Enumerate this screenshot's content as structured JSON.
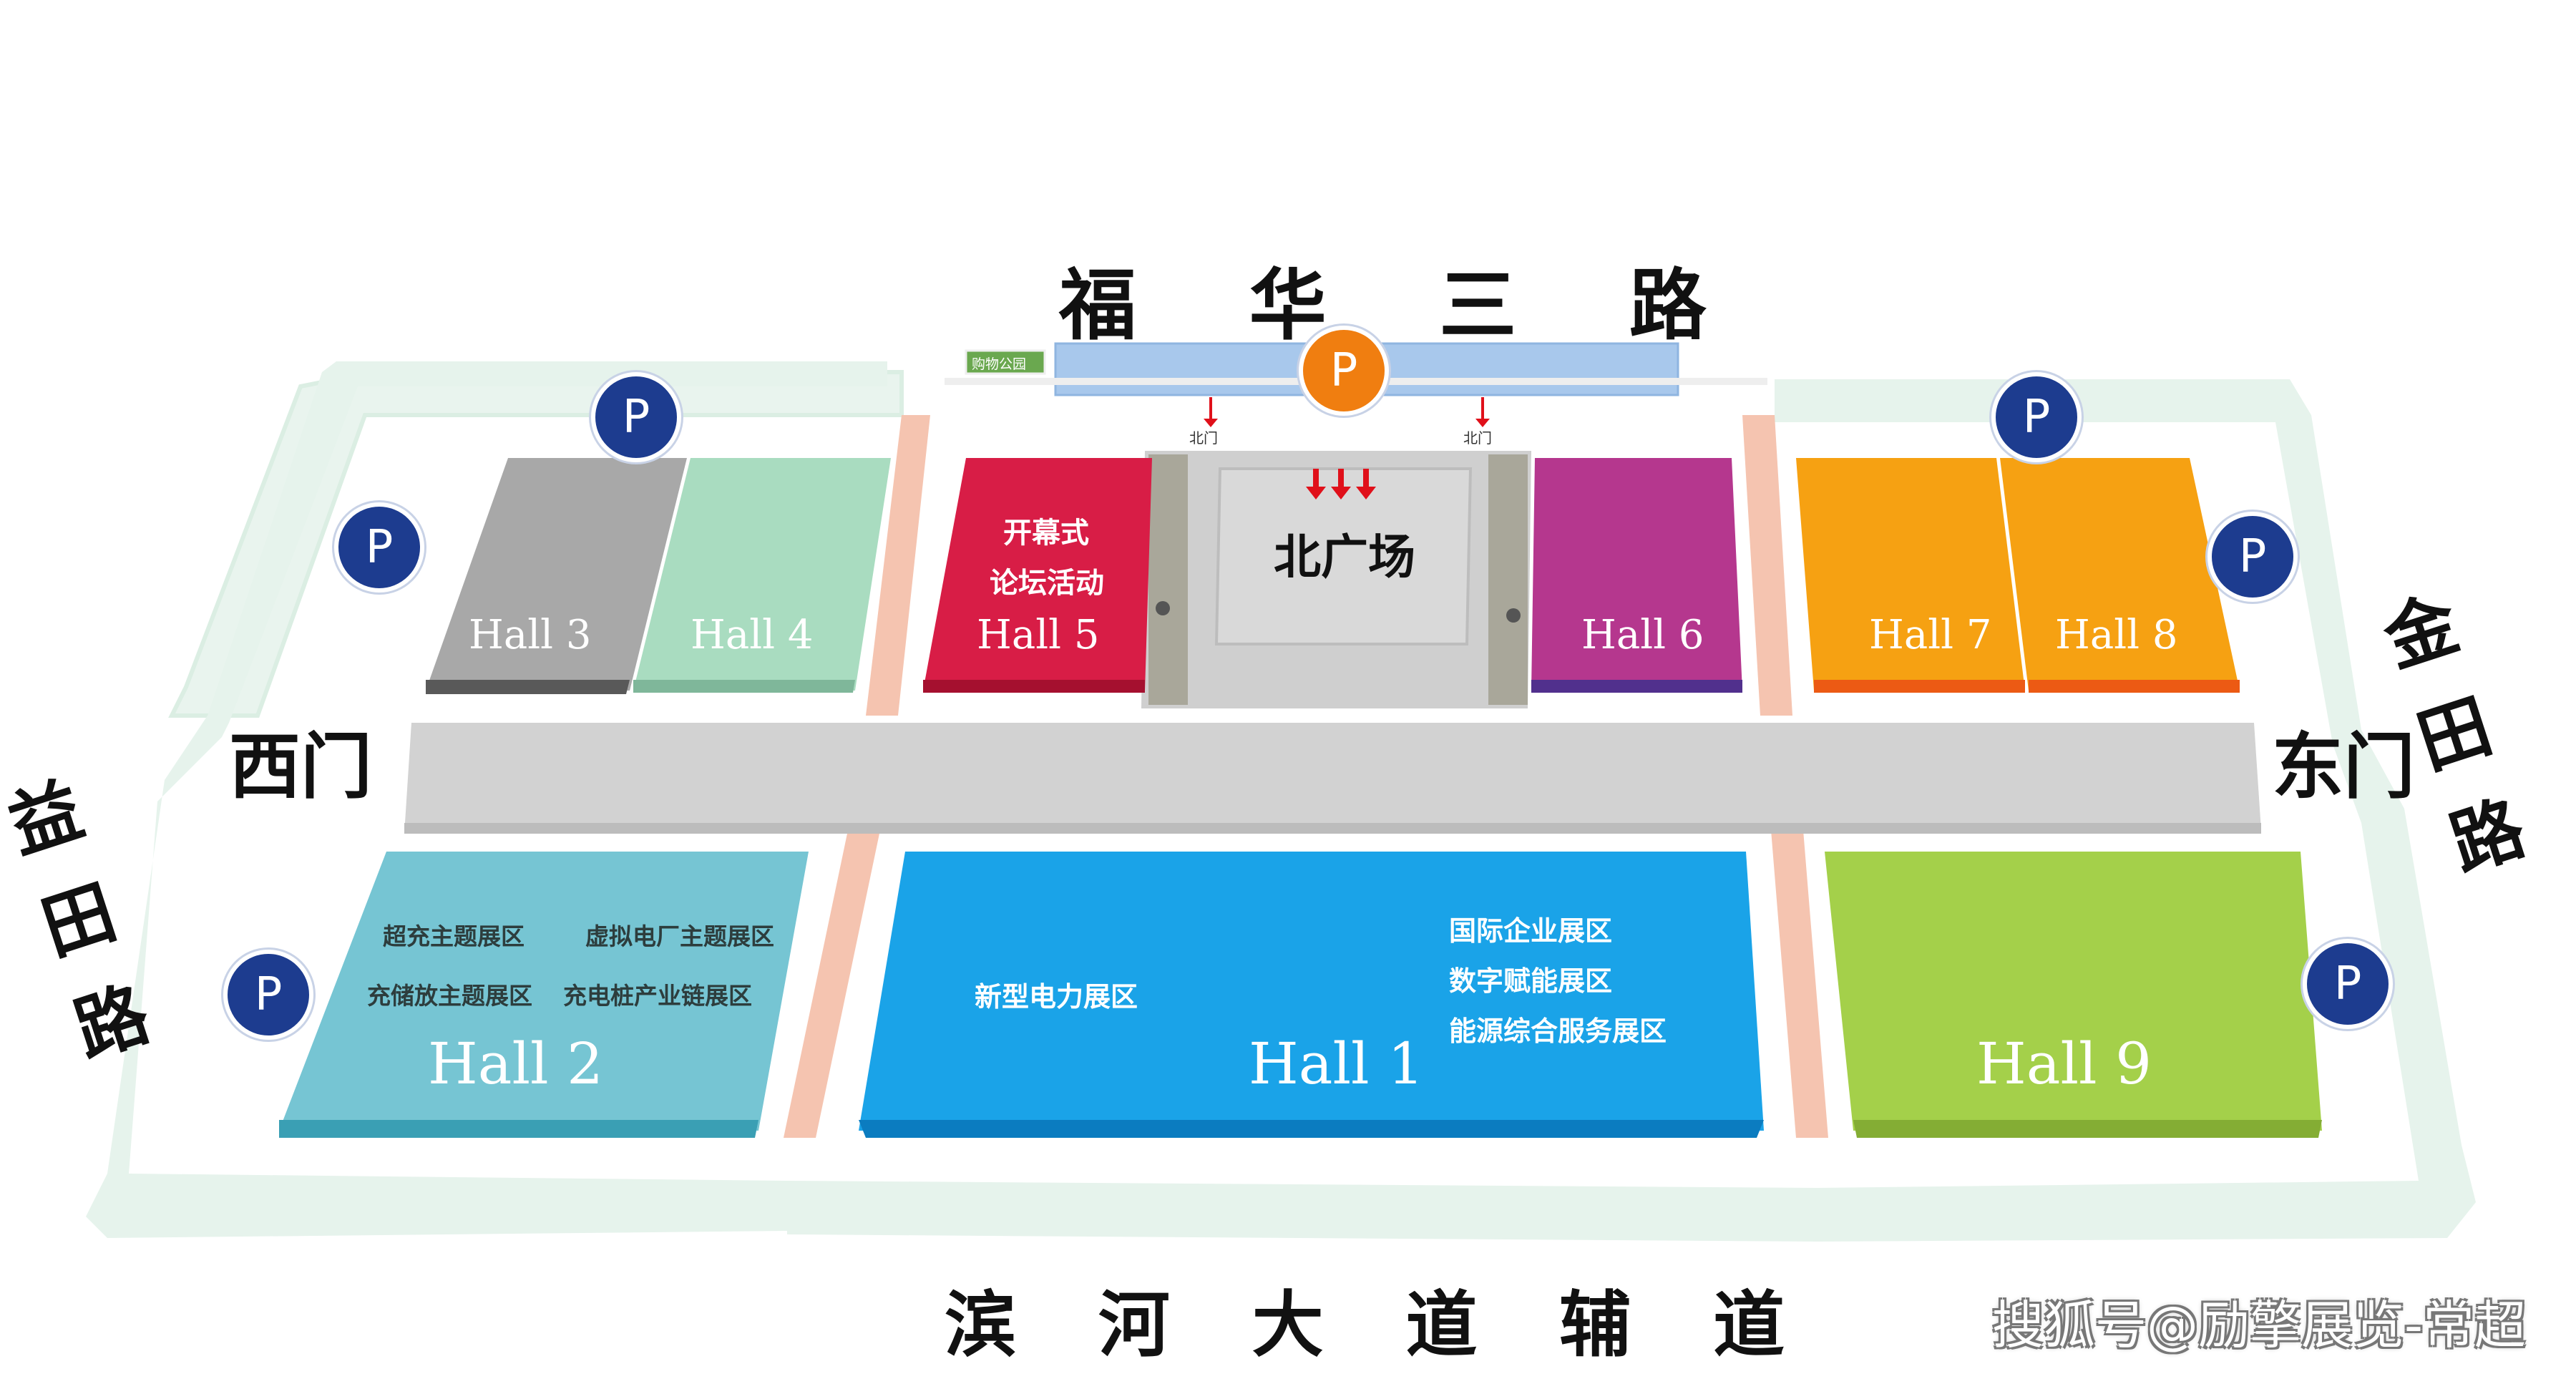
{
  "roads": {
    "north": "福 华 三 路",
    "south": "滨 河 大 道 辅 道",
    "west": "益田路",
    "east": "金田路"
  },
  "gates": {
    "west": "西门",
    "east": "东门",
    "north_left": "北门",
    "north_right": "北门",
    "station": "购物公园"
  },
  "plaza": {
    "label": "北广场"
  },
  "halls": [
    {
      "id": "hall3",
      "label": "Hall 3",
      "color": "#a8a8a8"
    },
    {
      "id": "hall4",
      "label": "Hall 4",
      "color": "#a9dcc0"
    },
    {
      "id": "hall5",
      "label": "Hall 5",
      "color": "#d81d46",
      "zones": [
        "开幕式",
        "论坛活动"
      ]
    },
    {
      "id": "hall6",
      "label": "Hall 6",
      "color": "#b5378e"
    },
    {
      "id": "hall7",
      "label": "Hall 7",
      "color": "#f6a112"
    },
    {
      "id": "hall8",
      "label": "Hall 8",
      "color": "#f6a112"
    },
    {
      "id": "hall2",
      "label": "Hall 2",
      "color": "#76c5d3",
      "zones": [
        "超充主题展区",
        "虚拟电厂主题展区",
        "充储放主题展区",
        "充电桩产业链展区"
      ]
    },
    {
      "id": "hall1",
      "label": "Hall 1",
      "color": "#1aa3e8",
      "zones": [
        "新型电力展区",
        "国际企业展区",
        "数字赋能展区",
        "能源综合服务展区"
      ]
    },
    {
      "id": "hall9",
      "label": "Hall 9",
      "color": "#a4d04a"
    }
  ],
  "parking": {
    "label": "P",
    "color": "#1d3c8f",
    "highlight": "#f07e10"
  },
  "watermark": "搜狐号@励擎展览-常超"
}
